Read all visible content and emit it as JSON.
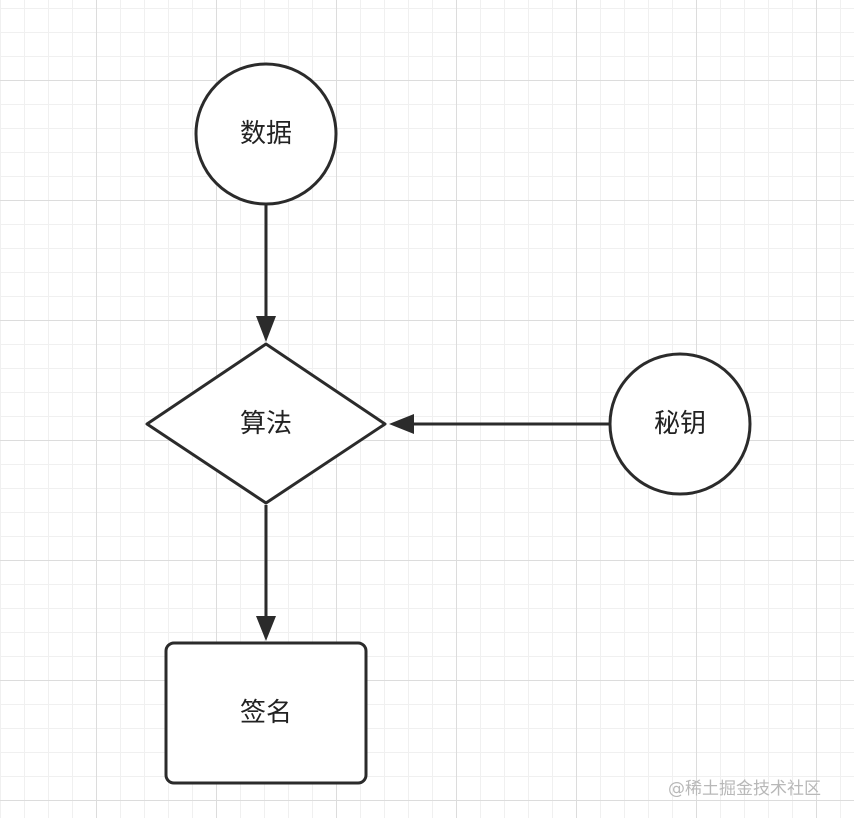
{
  "nodes": {
    "data": {
      "label": "数据",
      "shape": "circle"
    },
    "algorithm": {
      "label": "算法",
      "shape": "diamond"
    },
    "secret_key": {
      "label": "秘钥",
      "shape": "circle"
    },
    "signature": {
      "label": "签名",
      "shape": "rounded-rectangle"
    }
  },
  "edges": [
    {
      "from": "data",
      "to": "algorithm"
    },
    {
      "from": "secret_key",
      "to": "algorithm"
    },
    {
      "from": "algorithm",
      "to": "signature"
    }
  ],
  "watermark": "@稀土掘金技术社区",
  "colors": {
    "stroke": "#2b2b2b",
    "fill": "#ffffff",
    "grid": "#dcdcdc",
    "watermark": "#b8b8b8"
  }
}
